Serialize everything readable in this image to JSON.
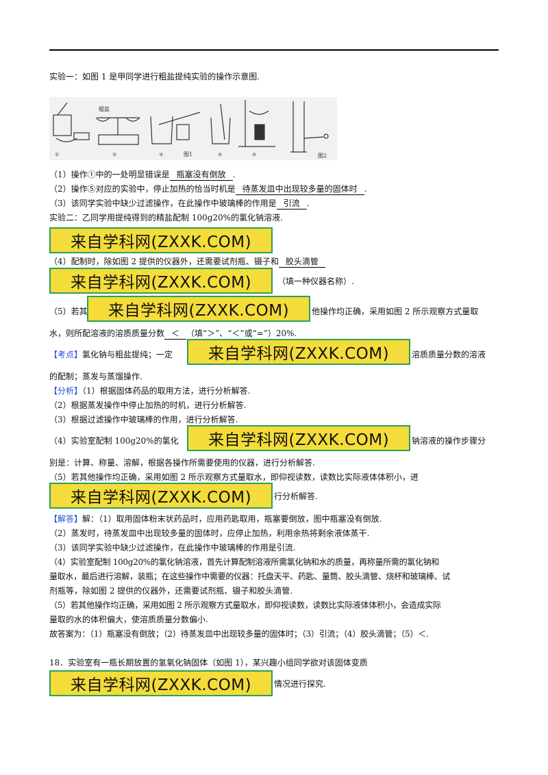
{
  "exp1_intro": "实验一：如图 1 是甲同学进行粗盐提纯实验的操作示意图.",
  "figure": {
    "label_salt": "粗盐",
    "label_fig1": "图1",
    "label_fig2": "图2",
    "step_labels": [
      "①",
      "②",
      "③",
      "④",
      "⑤"
    ]
  },
  "q1": {
    "prefix": "（1）操作①中的一处明显错误是",
    "answer": "瓶塞没有倒放",
    "suffix": "."
  },
  "q2": {
    "prefix": "（2）操作⑤对应的实验中，停止加热的恰当时机是",
    "answer": "待蒸发皿中出现较多量的固体时",
    "suffix": "."
  },
  "q3": {
    "prefix": "（3）该同学实验中缺少过滤操作，在此操作中玻璃棒的作用是",
    "answer": "引流",
    "suffix": "."
  },
  "exp2_intro": "实验二：乙同学用提纯得到的精盐配制 100g20%的氯化钠溶液.",
  "watermark": "来自学科网(ZXXK.COM)",
  "q4": {
    "prefix": "（4）配制时，除如图 2 提供的仪器外，还需要试剂瓶、镊子和",
    "answer": "胶头滴管"
  },
  "q4_tail": "（填一种仪器名称）.",
  "q5_a": "（5）若其",
  "q5_b": "他操作均正确，采用如图 2 所示观察方式量取",
  "q5_c_prefix": "水，则所配溶液的溶质质量分数",
  "q5_answer": "＜",
  "q5_c_suffix": "（填“＞”、“＜”或“=”）20%.",
  "kaodian_tag": "【考点】",
  "kaodian_a": "氯化钠与粗盐提纯；一定",
  "kaodian_b": "溶质质量分数的溶液",
  "kaodian_c": "的配制；蒸发与蒸馏操作.",
  "fenxi_tag": "【分析】",
  "fenxi_1": "（1）根据固体药品的取用方法，进行分析解答.",
  "fenxi_2": "（2）根据蒸发操作中停止加热的时机，进行分析解答.",
  "fenxi_3": "（3）根据过滤操作中玻璃棒的作用，进行分析解答.",
  "fenxi_4a": "（4）实验室配制 100g20%的氯化",
  "fenxi_4b": "钠溶液的操作步骤分",
  "fenxi_4c": "别是：计算、称量、溶解，根据各操作所需要使用的仪器，进行分析解答.",
  "fenxi_5a": "（5）若其他操作均正确，采用如图 2 所示观察方式量取水，即仰视读数，读数比实际液体体积小，进",
  "fenxi_5b": "行分析解答.",
  "jieda_tag": "【解答】",
  "jieda_1": "解：（1）取用固体粉末状药品时，应用药匙取用，瓶塞要倒放，图中瓶塞没有倒放.",
  "jieda_2": "（2）蒸发时，待蒸发皿中出现较多量的固体时，应停止加热，利用余热将剩余液体蒸干.",
  "jieda_3": "（3）该同学实验中缺少过滤操作，在此操作中玻璃棒的作用是引流.",
  "jieda_4a": "（4）实验室配制 100g20%的氯化钠溶液，首先计算配制溶液所需氯化钠和水的质量，再称量所需的氯化钠和",
  "jieda_4b": "量取水，最后进行溶解，装瓶；在这些操作中需要的仪器：托盘天平、药匙、量筒、胶头滴管、烧杯和玻璃棒、试",
  "jieda_4c": "剂瓶等，除如图 2 提供的仪器外，还需要试剂瓶、镊子和胶头滴管.",
  "jieda_5a": "（5）若其他操作均正确，采用如图 2 所示观察方式量取水，即仰视读数，读数比实际液体体积小，会造成实际",
  "jieda_5b": "量取的水的体积偏大，使溶质质量分数偏小.",
  "final_answer": "故答案为：（1）瓶塞没有倒放；（2）待蒸发皿中出现较多量的固体时；（3）引流；（4）胶头滴管；（5）＜.",
  "q18_a": "18．实验室有一瓶长期放置的氢氧化钠固体（如图 1），某兴趣小组同学欲对该固体变质",
  "q18_b": "情况进行探究."
}
